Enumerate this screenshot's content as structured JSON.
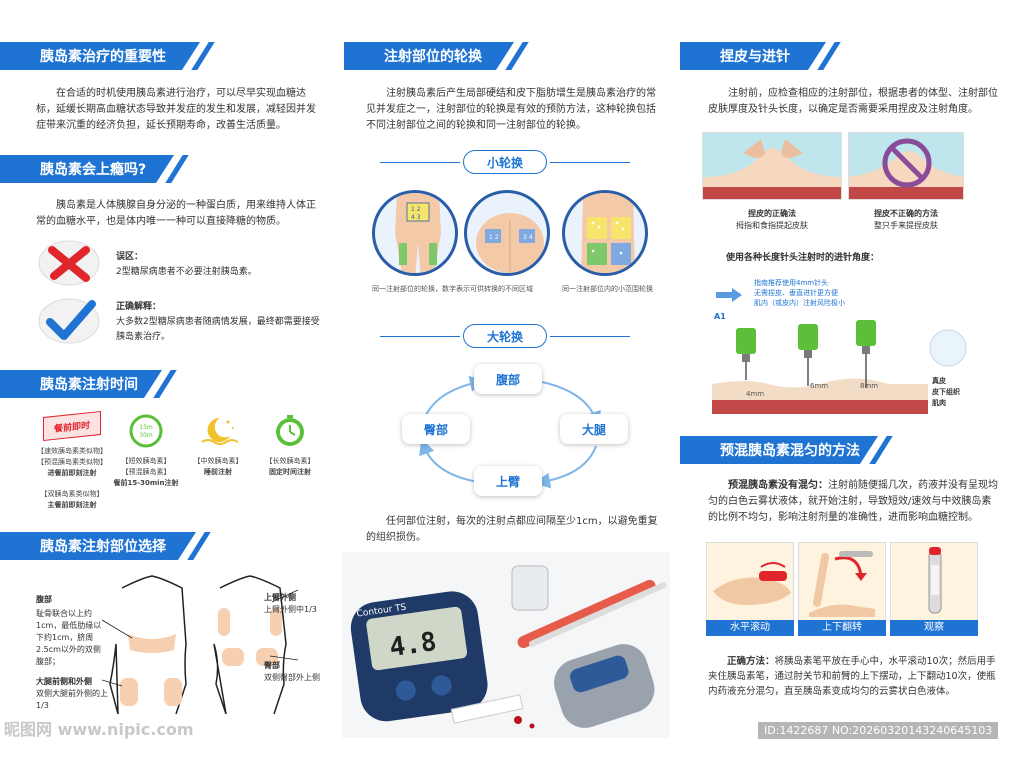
{
  "col1": {
    "s1": {
      "title": "胰岛素治疗的重要性",
      "text": "在合适的时机使用胰岛素进行治疗，可以尽早实现血糖达标，延缓长期高血糖状态导致并发症的发生和发展，减轻因并发症带来沉重的经济负担，延长预期寿命，改善生活质量。"
    },
    "s2": {
      "title": "胰岛素会上瘾吗?",
      "text": "胰岛素是人体胰腺自身分泌的一种蛋白质，用来维持人体正常的血糖水平，也是体内唯一一种可以直接降糖的物质。",
      "wrong_title": "误区：",
      "wrong_text": "2型糖尿病患者不必要注射胰岛素。",
      "right_title": "正确解释：",
      "right_text": "大多数2型糖尿病患者随病情发展，最终都需要接受胰岛素治疗。"
    },
    "s3": {
      "title": "胰岛素注射时间",
      "badge": "餐前即时",
      "items": [
        {
          "caption": "【速效胰岛素类似物】\n【预混胰岛素类似物】",
          "rule": "进餐前即刻注射",
          "extra_caption": "【双胰岛素类似物】",
          "extra_rule": "主餐前即刻注射"
        },
        {
          "icon": "15min 30min",
          "caption": "【短效胰岛素】\n【预混胰岛素】",
          "rule": "餐前15-30min注射"
        },
        {
          "caption": "【中效胰岛素】",
          "rule": "睡前注射"
        },
        {
          "caption": "【长效胰岛素】",
          "rule": "固定时间注射"
        }
      ]
    },
    "s4": {
      "title": "胰岛素注射部位选择",
      "abdomen_title": "腹部",
      "abdomen_text": "耻骨联合以上约1cm，最低肋缘以下约1cm，脐周2.5cm以外的双侧腹部；",
      "thigh_title": "大腿前侧和外侧",
      "thigh_text": "双侧大腿前外侧的上1/3",
      "arm_title": "上臂外侧",
      "arm_text": "上臂外侧中1/3",
      "hip_title": "臀部",
      "hip_text": "双侧臀部外上侧"
    }
  },
  "col2": {
    "s1": {
      "title": "注射部位的轮换",
      "text": "注射胰岛素后产生局部硬结和皮下脂肪增生是胰岛素治疗的常见并发症之一，注射部位的轮换是有效的预防方法，这种轮换包括不同注射部位之间的轮换和同一注射部位的轮换。"
    },
    "small_rot": "小轮换",
    "cap_left": "同一注射部位的轮换，数字表示可供转换的不同区域",
    "cap_right": "同一注射部位内的小范围轮换",
    "big_rot": "大轮换",
    "nodes": {
      "top": "腹部",
      "right": "大腿",
      "bottom": "上臂",
      "left": "臀部"
    },
    "note": "任何部位注射，每次的注射点都应间隔至少1cm，以避免重复的组织损伤。",
    "meter": {
      "brand": "Contour TS",
      "reading": "4.8"
    }
  },
  "col3": {
    "s1": {
      "title": "捏皮与进针",
      "text": "注射前，应检查相应的注射部位，根据患者的体型、注射部位皮肤厚度及针头长度，以确定是否需要采用捏皮及注射角度。",
      "img1_title": "捏皮的正确法",
      "img1_text": "拇指和食指提起皮肤",
      "img2_title": "捏皮不正确的方法",
      "img2_text": "整只手来提捏皮肤",
      "angle_title": "使用各种长度针头注射时的进针角度：",
      "legend": "指南推荐使用4mm针头\n无需捏皮、垂直进针更方便\n肌内（或皮内）注射风险极小",
      "needle_tag": "A1",
      "needles": [
        "4mm",
        "6mm",
        "8mm"
      ],
      "layers": [
        "真皮",
        "皮下组织",
        "肌肉"
      ]
    },
    "s2": {
      "title": "预混胰岛素混匀的方法",
      "bad_title": "预混胰岛素没有混匀：",
      "bad_text": "注射前随便摇几次，药液并没有呈现均匀的白色云雾状液体，就开始注射，导致短效/速效与中效胰岛素的比例不均匀，影响注射剂量的准确性，进而影响血糖控制。",
      "steps": [
        "水平滚动",
        "上下翻转",
        "观察"
      ],
      "good_title": "正确方法：",
      "good_text": "将胰岛素笔平放在手心中，水平滚动10次；然后用手夹住胰岛素笔，通过肘关节和前臂的上下摆动，上下翻动10次，使瓶内药液充分混匀，直至胰岛素变成均匀的云雾状白色液体。"
    }
  },
  "watermark_left": "昵图网 www.nipic.com",
  "watermark_right": "ID:1422687 NO:20260320143240645103",
  "colors": {
    "primary": "#1f74d3",
    "red": "#e0262c",
    "skin": "#f5e1cf"
  }
}
